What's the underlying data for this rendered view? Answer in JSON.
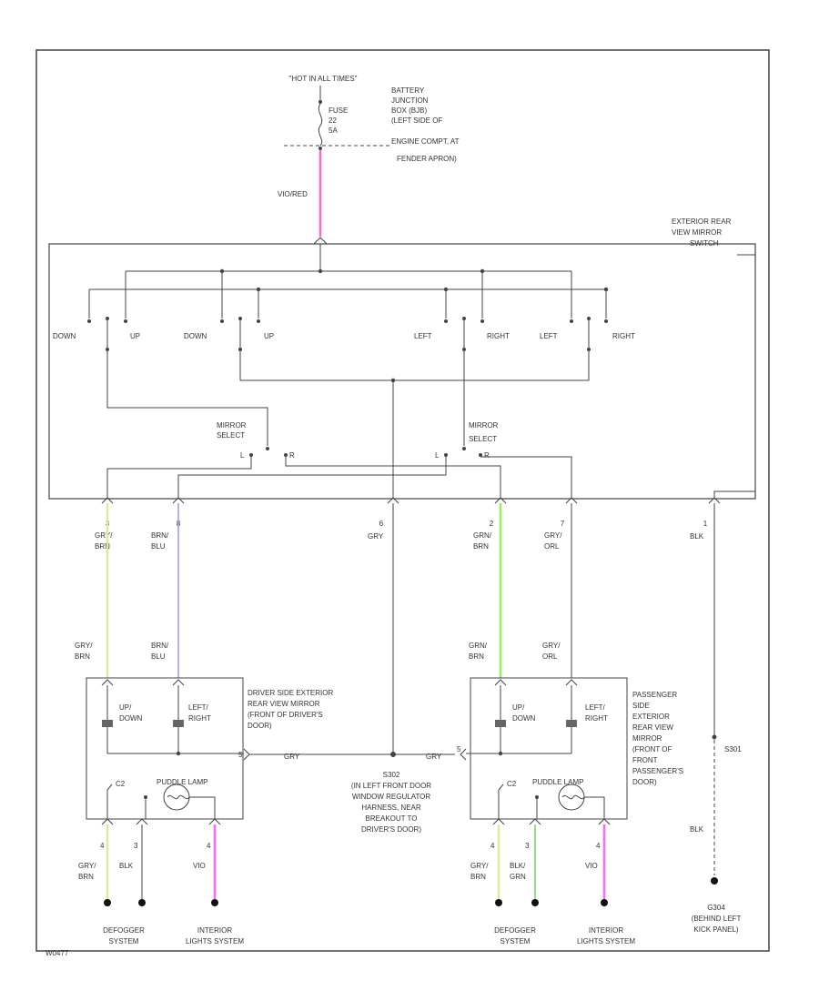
{
  "header": {
    "hot_label": "\"HOT IN ALL TIMES\"",
    "fuse_lines": [
      "FUSE",
      "22",
      "5A"
    ],
    "bjb_lines": [
      "BATTERY",
      "JUNCTION",
      "BOX (BJB)",
      "(LEFT SIDE OF",
      "ENGINE COMPT, AT",
      "FENDER APRON)"
    ],
    "vio_red": "VIO/RED"
  },
  "switch": {
    "title_lines": [
      "EXTERIOR REAR",
      "VIEW MIRROR",
      "SWITCH"
    ],
    "labels": {
      "down1": "DOWN",
      "up1": "UP",
      "down2": "DOWN",
      "up2": "UP",
      "left1": "LEFT",
      "right1": "RIGHT",
      "left2": "LEFT",
      "right2": "RIGHT",
      "ms_left_1": "MIRROR",
      "ms_left_2": "SELECT",
      "ms_right_1": "MIRROR",
      "ms_right_2": "SELECT",
      "ms_l": "L",
      "ms_r": "R"
    }
  },
  "pins": [
    {
      "pin": "3",
      "c1": "GRY/",
      "c2": "BRN"
    },
    {
      "pin": "8",
      "c1": "BRN/",
      "c2": "BLU"
    },
    {
      "pin": "6",
      "c1": "GRY",
      "c2": ""
    },
    {
      "pin": "2",
      "c1": "GRN/",
      "c2": "BRN"
    },
    {
      "pin": "7",
      "c1": "GRY/",
      "c2": "ORL"
    },
    {
      "pin": "1",
      "c1": "BLK",
      "c2": ""
    }
  ],
  "mirror_wires": {
    "dr1": [
      "GRY/",
      "BRN"
    ],
    "dr2": [
      "BRN/",
      "BLU"
    ],
    "ps1": [
      "GRN/",
      "BRN"
    ],
    "ps2": [
      "GRY/",
      "ORL"
    ]
  },
  "driver_mirror": {
    "title_lines": [
      "DRIVER SIDE EXTERIOR",
      "REAR VIEW MIRROR",
      "(FRONT OF DRIVER'S",
      "DOOR)"
    ],
    "updown": [
      "UP/",
      "DOWN"
    ],
    "leftright": [
      "LEFT/",
      "RIGHT"
    ],
    "puddle": "PUDDLE LAMP",
    "gry": "GRY",
    "pin5": "5",
    "out_pins": [
      "4",
      "3",
      "4"
    ],
    "out_colors": [
      [
        "GRY/",
        "BRN"
      ],
      [
        "BLK",
        ""
      ],
      [
        "VIO",
        ""
      ]
    ],
    "dest1": [
      "DEFOGGER",
      "SYSTEM"
    ],
    "dest2": [
      "INTERIOR",
      "LIGHTS SYSTEM"
    ]
  },
  "pass_mirror": {
    "title_lines": [
      "PASSENGER",
      "SIDE",
      "EXTERIOR",
      "REAR VIEW",
      "MIRROR",
      "(FRONT OF",
      "FRONT",
      "PASSENGER'S",
      "DOOR)"
    ],
    "updown": [
      "UP/",
      "DOWN"
    ],
    "leftright": [
      "LEFT/",
      "RIGHT"
    ],
    "puddle": "PUDDLE LAMP",
    "gry": "GRY",
    "pin5": "5",
    "out_pins": [
      "4",
      "3",
      "4"
    ],
    "out_colors": [
      [
        "GRY/",
        "BRN"
      ],
      [
        "BLK/",
        "GRN"
      ],
      [
        "VIO",
        ""
      ]
    ],
    "dest1": [
      "DEFOGGER",
      "SYSTEM"
    ],
    "dest2": [
      "INTERIOR",
      "LIGHTS SYSTEM"
    ]
  },
  "splice": [
    "S302",
    "(IN LEFT FRONT DOOR",
    "WINDOW REGULATOR",
    "HARNESS, NEAR",
    "BREAKOUT TO",
    "DRIVER'S DOOR)"
  ],
  "ground": {
    "s_label": "S301",
    "blk": "BLK",
    "g_lines": [
      "G304",
      "(BEHIND LEFT",
      "KICK PANEL)"
    ]
  },
  "footer_code": "W0477"
}
